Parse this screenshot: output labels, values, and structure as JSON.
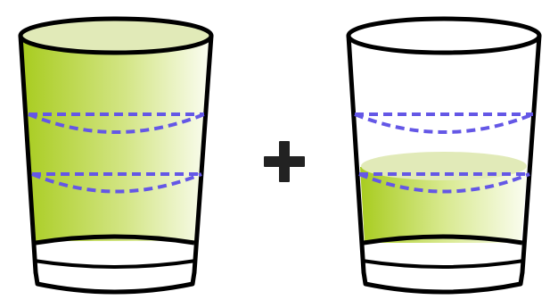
{
  "colors": {
    "outline": "#000000",
    "liquid_dark": "#a8cc1f",
    "liquid_light": "#fbfdf2",
    "liquid_surface": "#e1eab8",
    "measure_line": "#6457e6",
    "plus_sign": "#222222",
    "background": "#ffffff"
  },
  "glasses": [
    {
      "label_icon": "full-glass",
      "fill_level": 1.0,
      "measure_marks": 2
    },
    {
      "label_icon": "partial-glass",
      "fill_level": 0.33,
      "measure_marks": 2
    }
  ],
  "operator_icon": "plus-icon"
}
